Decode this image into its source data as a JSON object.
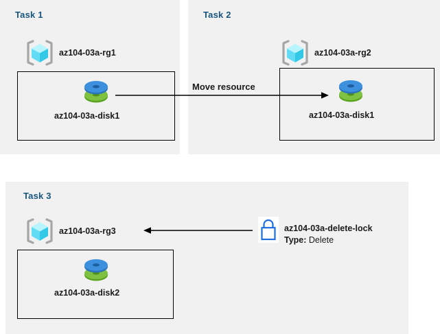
{
  "diagram": {
    "title": "Azure resource group tasks diagram",
    "background_color": "#ffffff",
    "panel_color": "#f1f1f1",
    "task_label_color": "#17557f",
    "lock_color": "#1f6fe0",
    "disk_top_color": "#3a8ddd",
    "disk_bottom_color": "#74bc33",
    "rg_cube_color": "#50e6ff"
  },
  "panels": [
    {
      "id": "task1",
      "label": "Task 1"
    },
    {
      "id": "task2",
      "label": "Task 2"
    },
    {
      "id": "task3",
      "label": "Task 3"
    }
  ],
  "task1": {
    "label": "Task 1",
    "resource_group": "az104-03a-rg1",
    "disk": "az104-03a-disk1"
  },
  "task2": {
    "label": "Task 2",
    "resource_group": "az104-03a-rg2",
    "disk": "az104-03a-disk1"
  },
  "task3": {
    "label": "Task 3",
    "resource_group": "az104-03a-rg3",
    "disk": "az104-03a-disk2",
    "lock_name": "az104-03a-delete-lock",
    "lock_type_label": "Type:",
    "lock_type_value": "Delete"
  },
  "connectors": {
    "move_resource_label": "Move resource"
  }
}
